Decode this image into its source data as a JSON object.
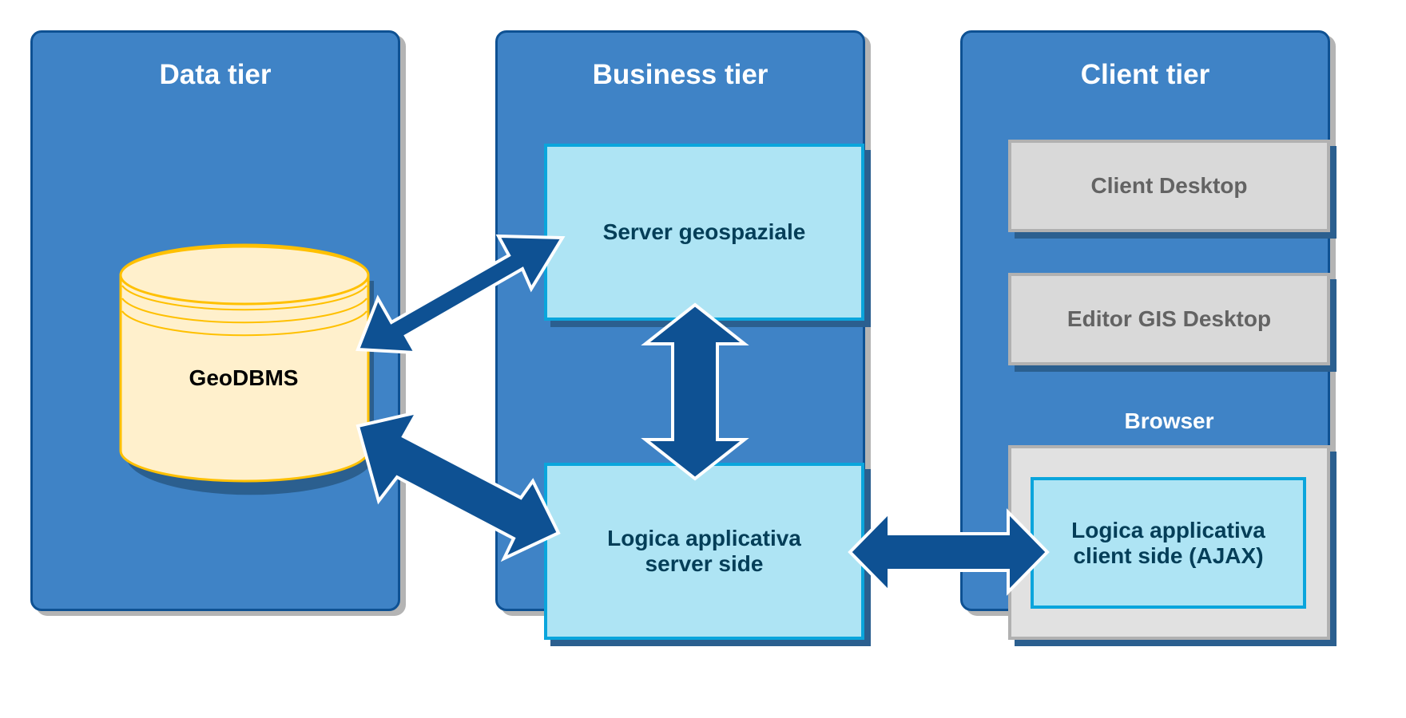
{
  "diagram": {
    "tiers": [
      {
        "id": "data",
        "title": "Data tier"
      },
      {
        "id": "business",
        "title": "Business tier"
      },
      {
        "id": "client",
        "title": "Client tier"
      }
    ],
    "data_tier": {
      "database": {
        "label": "GeoDBMS",
        "shape": "cylinder-icon",
        "fill": "#fff0cc",
        "stroke": "#ffc000"
      }
    },
    "business_tier": {
      "server": {
        "label": "Server geospaziale"
      },
      "logic": {
        "line1": "Logica applicativa",
        "line2": "server side"
      }
    },
    "client_tier": {
      "client_desktop": {
        "label": "Client Desktop"
      },
      "editor_desktop": {
        "label": "Editor GIS Desktop"
      },
      "browser": {
        "label": "Browser",
        "logic": {
          "line1": "Logica applicativa",
          "line2": "client side (AJAX)"
        }
      }
    },
    "connections": [
      {
        "from": "GeoDBMS",
        "to": "Server geospaziale",
        "type": "bidirectional"
      },
      {
        "from": "GeoDBMS",
        "to": "Logica applicativa server side",
        "type": "bidirectional"
      },
      {
        "from": "Server geospaziale",
        "to": "Logica applicativa server side",
        "type": "bidirectional"
      },
      {
        "from": "Logica applicativa server side",
        "to": "Logica applicativa client side (AJAX)",
        "type": "bidirectional"
      }
    ],
    "colors": {
      "tier_fill": "#3f83c6",
      "tier_border": "#0e5193",
      "arrow_fill": "#0e5193",
      "cyan_box_fill": "#aee4f4",
      "cyan_box_border": "#0aa5dc",
      "grey_box_fill": "#d9d9d9",
      "text_dark_teal": "#043e58"
    }
  }
}
